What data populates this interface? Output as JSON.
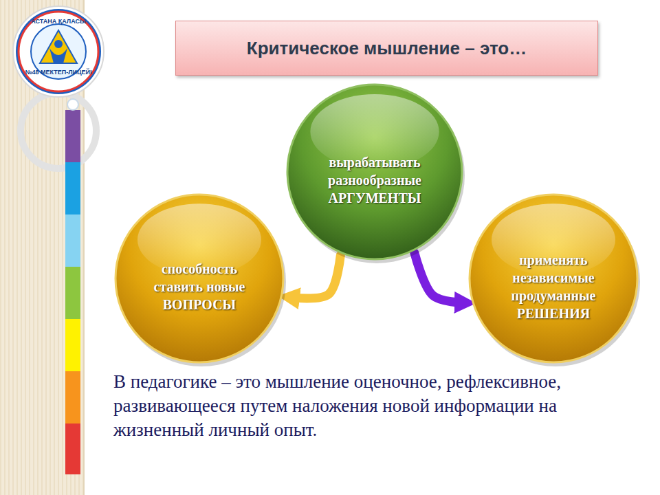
{
  "diagram": {
    "title": "Критическое мышление – это…",
    "caption": "В педагогике – это мышление оценочное, рефлексивное, развивающееся путем наложения новой информации на жизненный личный опыт.",
    "nodes": [
      {
        "text": [
          "вырабатывать разнообразные АРГУМЕНТЫ"
        ]
      },
      {
        "text": [
          "способность ставить новые ВОПРОСЫ"
        ]
      },
      {
        "text": [
          "применять независимые продуманные РЕШЕНИЯ"
        ]
      }
    ],
    "edges": [
      {
        "from": 0,
        "to": 1,
        "arrow": "to"
      },
      {
        "from": 0,
        "to": 2,
        "arrow": "to"
      }
    ],
    "labels": [
      "АСТАНА ҚАЛАСЫ",
      "№48 МЕКТЕП-ЛИЦЕЙІ"
    ]
  }
}
